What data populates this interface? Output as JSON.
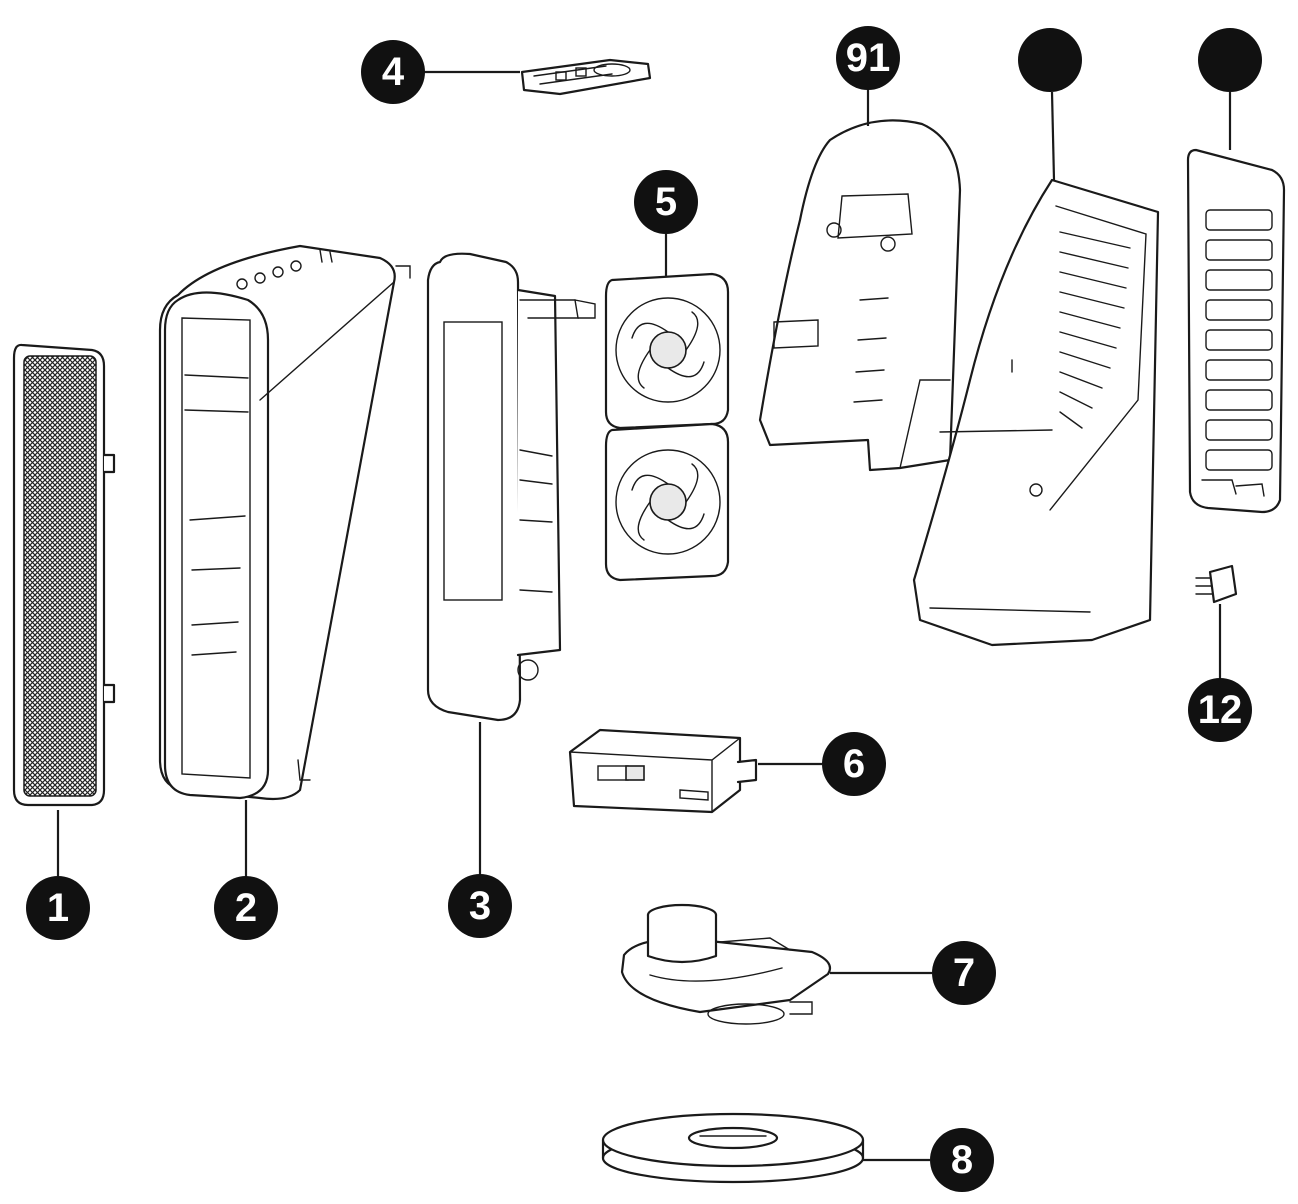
{
  "callouts": [
    {
      "id": "c1",
      "label": "1"
    },
    {
      "id": "c2",
      "label": "2"
    },
    {
      "id": "c3",
      "label": "3"
    },
    {
      "id": "c4",
      "label": "4"
    },
    {
      "id": "c5",
      "label": "5"
    },
    {
      "id": "c6",
      "label": "6"
    },
    {
      "id": "c7",
      "label": "7"
    },
    {
      "id": "c8",
      "label": "8"
    },
    {
      "id": "c9",
      "label": "91"
    },
    {
      "id": "c10",
      "label": ""
    },
    {
      "id": "c11",
      "label": ""
    },
    {
      "id": "c12",
      "label": "12"
    }
  ],
  "colors": {
    "ink": "#1a1a1a",
    "badge": "#111111",
    "badge_text": "#ffffff",
    "paper": "#ffffff"
  }
}
